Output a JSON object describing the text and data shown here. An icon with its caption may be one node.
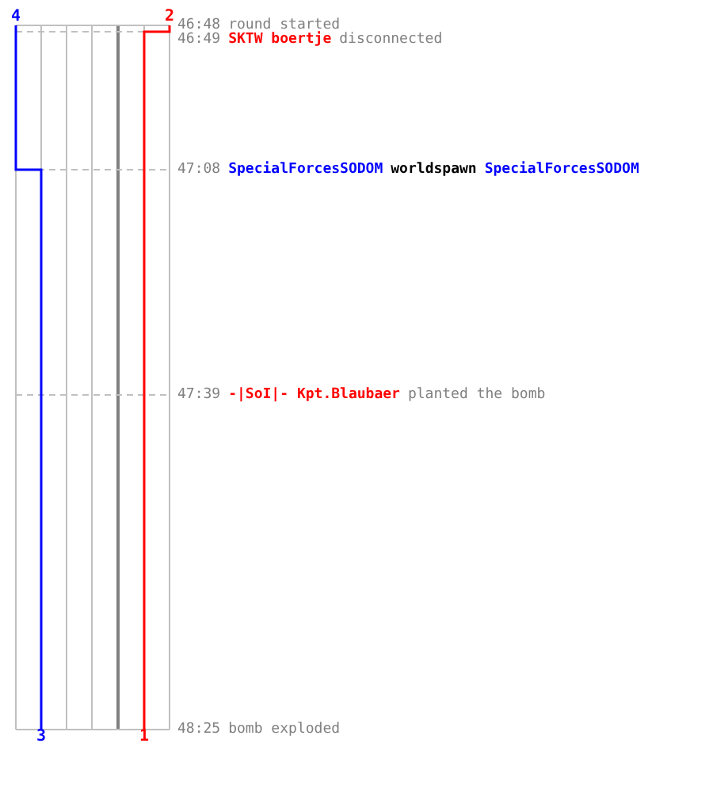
{
  "diagram": {
    "nodes": [
      {
        "text": [
          "4"
        ]
      },
      {
        "text": [
          "2"
        ]
      },
      {
        "text": [
          "3"
        ]
      },
      {
        "text": [
          "1"
        ]
      }
    ],
    "edges": [
      {
        "from": 0,
        "to": 2,
        "arrow": "none",
        "color": "#0000ff"
      },
      {
        "from": 1,
        "to": 3,
        "arrow": "none",
        "color": "#ff0000"
      }
    ],
    "labels": [
      "46:48",
      "round started",
      "46:49",
      "SKTW boertje",
      "disconnected",
      "47:08",
      "SpecialForcesSODOM",
      "worldspawn",
      "SpecialForcesSODOM",
      "47:39",
      "-|SoI|- Kpt.Blaubaer",
      "planted the bomb",
      "48:25",
      "bomb exploded"
    ]
  }
}
